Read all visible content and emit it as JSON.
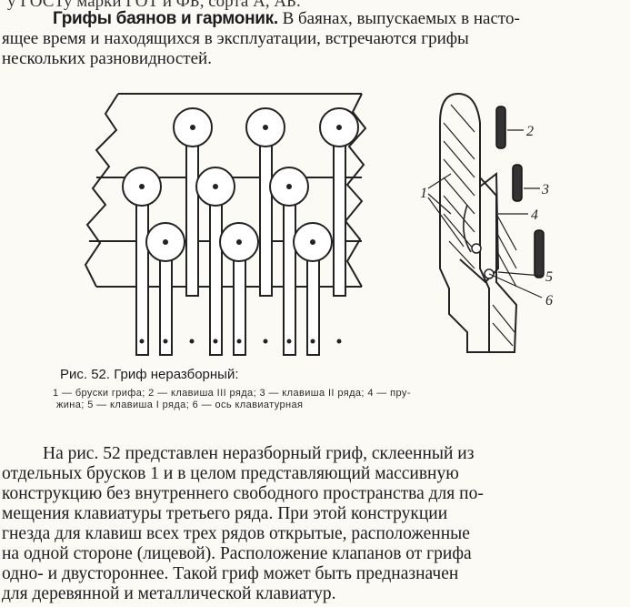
{
  "cut_line": "у ГОСТу марки ГОТ и ФБ, сорта А, АБ.",
  "intro": {
    "heading": "Грифы баянов и гармоник.",
    "line1": " В баянах, выпускаемых в насто-",
    "line2": "ящее время и находящихся в эксплуатации, встречаются грифы",
    "line3": "нескольких разновидностей."
  },
  "figure": {
    "labels": [
      "1",
      "2",
      "3",
      "4",
      "5",
      "6"
    ]
  },
  "caption": {
    "title": "Рис. 52. Гриф неразборный:",
    "legend_line1": "1 — бруски грифа; 2 — клавиша III ряда; 3 — клавиша II ряда; 4 — пру-",
    "legend_line2": "жина; 5 — клавиша I ряда; 6 — ось клавиатурная"
  },
  "body": {
    "lines": [
      "На рис. 52 представлен неразборный гриф, склеенный из",
      "отдельных брусков 1 и в целом представляющий массивную",
      "конструкцию без внутреннего свободного пространства для по-",
      "мещения клавиатуры третьего ряда. При этой конструкции",
      "гнезда для клавиш всех трех рядов открытые, расположенные",
      "на одной стороне (лицевой). Расположение клапанов от грифа",
      "одно- и двустороннее. Такой гриф может быть предназначен",
      "для деревянной и металлической клавиатур."
    ]
  }
}
